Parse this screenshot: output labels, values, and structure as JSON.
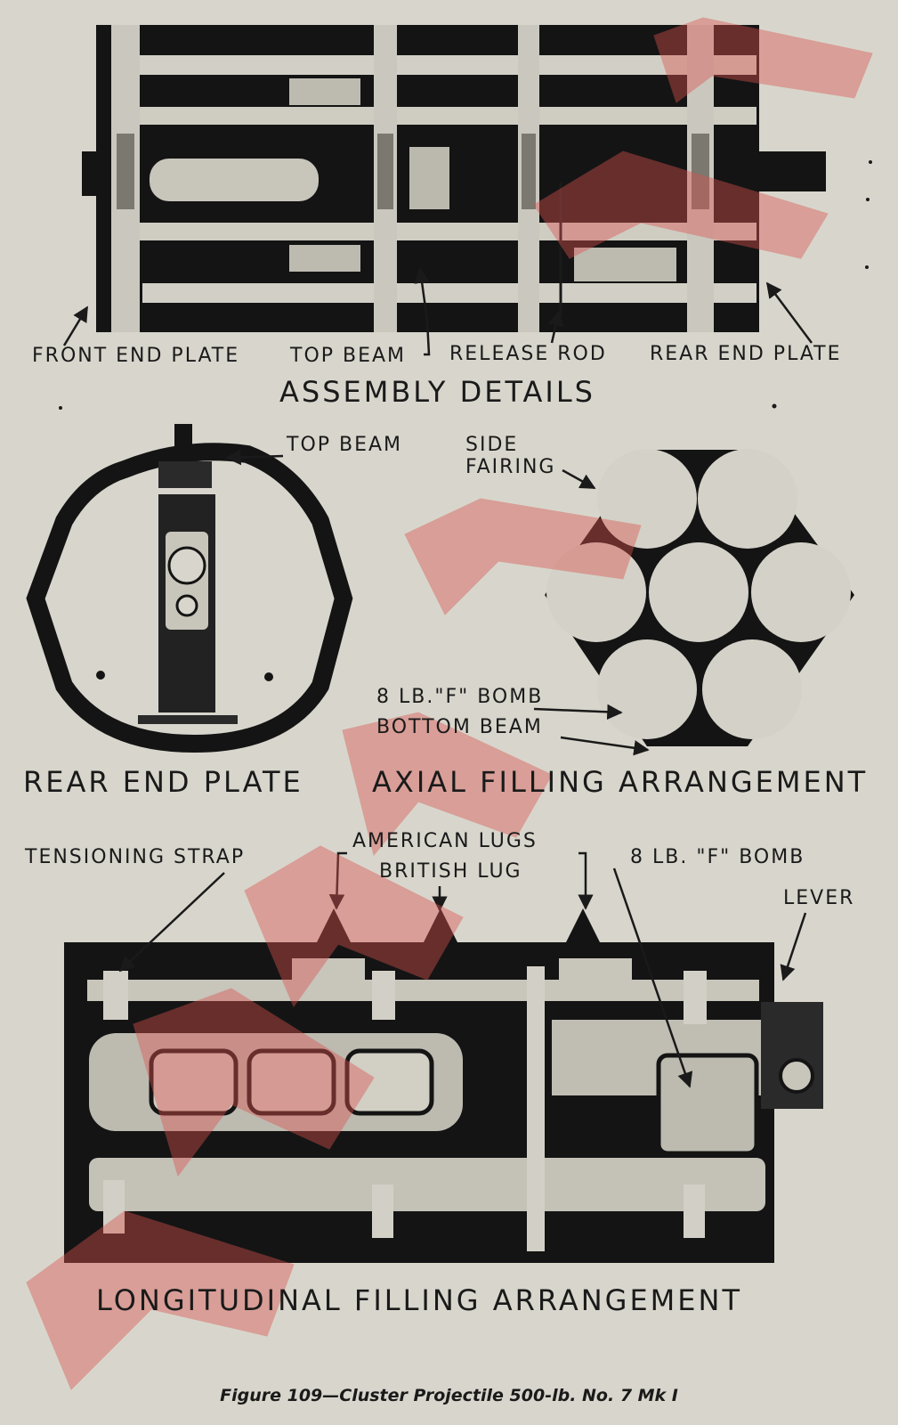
{
  "assembly": {
    "labels": {
      "front_end_plate": "FRONT END PLATE",
      "top_beam": "TOP BEAM",
      "release_rod": "RELEASE ROD",
      "rear_end_plate": "REAR END PLATE"
    },
    "title": "ASSEMBLY DETAILS"
  },
  "rear_plate": {
    "labels": {
      "top_beam": "TOP BEAM"
    },
    "title": "REAR END PLATE"
  },
  "axial": {
    "labels": {
      "side_fairing_1": "SIDE",
      "side_fairing_2": "FAIRING",
      "bomb": "8 LB.\"F\" BOMB",
      "bottom_beam": "BOTTOM BEAM"
    },
    "title": "AXIAL FILLING ARRANGEMENT"
  },
  "longitudinal": {
    "labels": {
      "tensioning_strap": "TENSIONING STRAP",
      "american_lugs": "AMERICAN LUGS",
      "british_lug": "BRITISH LUG",
      "bomb": "8 LB. \"F\" BOMB",
      "lever": "LEVER"
    },
    "title": "LONGITUDINAL FILLING ARRANGEMENT"
  },
  "caption": "Figure 109—Cluster Projectile 500-lb. No. 7 Mk I",
  "colors": {
    "paper": "#d8d6cc",
    "ink": "#1a1a1a",
    "watermark": "#d9534f"
  }
}
